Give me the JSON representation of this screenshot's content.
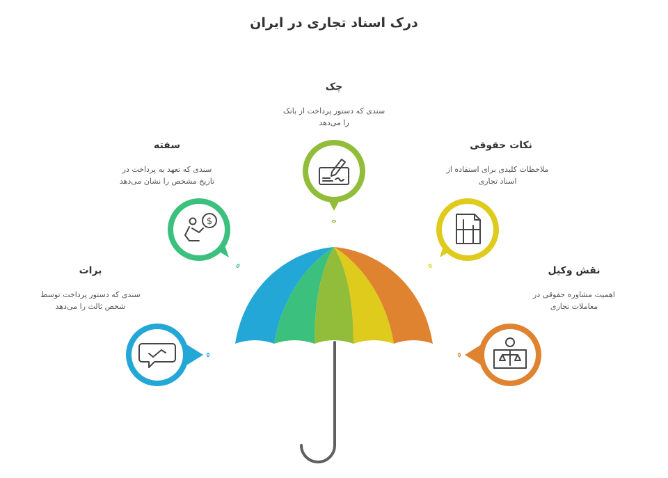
{
  "title": "درک اسناد تجاری در ایران",
  "colors": {
    "blue": "#22a7d6",
    "green": "#3cc07d",
    "lime": "#92bd3a",
    "yellow": "#dfcb1c",
    "orange": "#df8331",
    "handle": "#5f5f5f"
  },
  "items": [
    {
      "title": "برات",
      "desc_line1": "سندی که دستور پرداخت توسط",
      "desc_line2": "شخص ثالث را می‌دهد",
      "icon": "handshake-chat-icon",
      "color": "blue"
    },
    {
      "title": "سفته",
      "desc_line1": "سندی که تعهد به پرداخت در",
      "desc_line2": "تاریخ مشخص را نشان می‌دهد",
      "icon": "person-dollar-icon",
      "color": "green"
    },
    {
      "title": "چک",
      "desc_line1": "سندی که دستور پرداخت از بانک",
      "desc_line2": "را می‌دهد",
      "icon": "check-pen-icon",
      "color": "lime"
    },
    {
      "title": "نکات حقوقی",
      "desc_line1": "ملاحظات کلیدی برای استفاده از",
      "desc_line2": "اسناد تجاری",
      "icon": "document-icon",
      "color": "yellow"
    },
    {
      "title": "نقش وکیل",
      "desc_line1": "اهمیت مشاوره حقوقی در",
      "desc_line2": "معاملات تجاری",
      "icon": "lawyer-scales-icon",
      "color": "orange"
    }
  ]
}
